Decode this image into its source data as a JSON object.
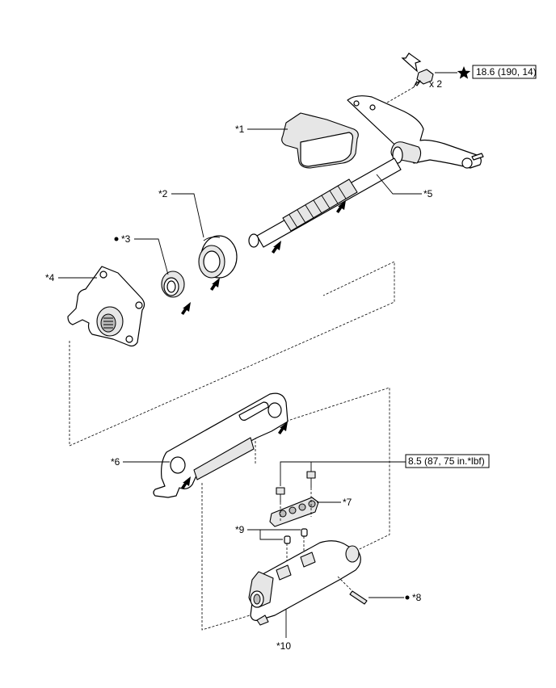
{
  "labels": {
    "p1": "*1",
    "p2": "*2",
    "p3": "*3",
    "p4": "*4",
    "p5": "*5",
    "p6": "*6",
    "p7": "*7",
    "p8": "*8",
    "p9": "*9",
    "p10": "*10"
  },
  "torque": {
    "bolt_top": "18.6 (190, 14)",
    "bolt_top_qty": "x 2",
    "bolt_mid": "8.5 (87, 75 in.*lbf)"
  },
  "icons": {
    "star": "star-icon",
    "dot": "bullet-dot-icon",
    "hollow_arrow": "hollow-arrow-icon",
    "apply_arrow": "solid-arrow-icon"
  },
  "colors": {
    "line": "#000000",
    "shade": "#e6e6e6",
    "background": "#ffffff"
  }
}
